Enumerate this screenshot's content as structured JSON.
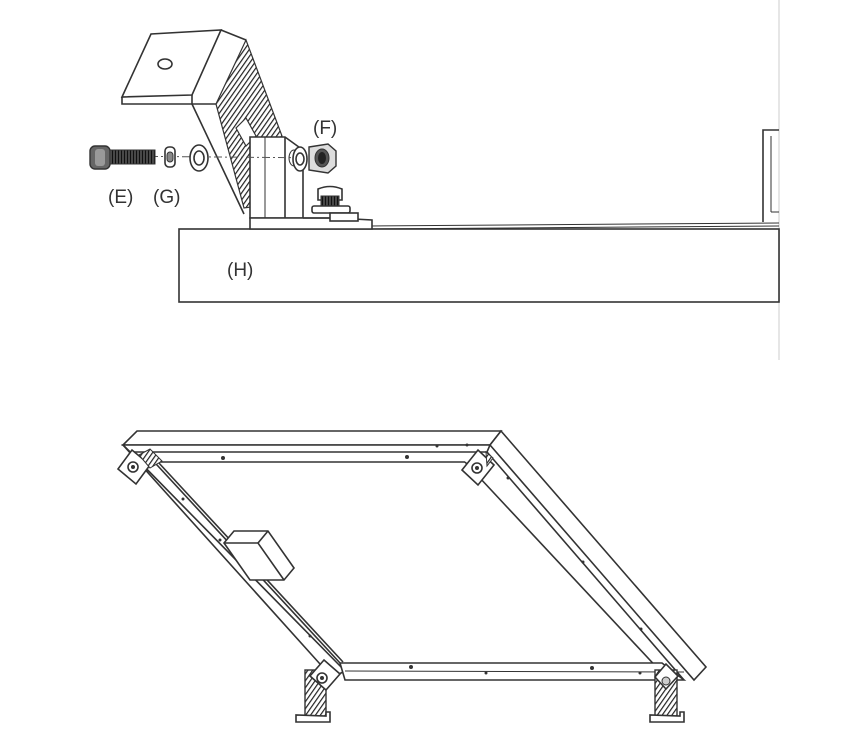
{
  "top_view": {
    "labels": {
      "E": "(E)",
      "G": "(G)",
      "F": "(F)",
      "H": "(H)"
    }
  },
  "bottom_view": {}
}
